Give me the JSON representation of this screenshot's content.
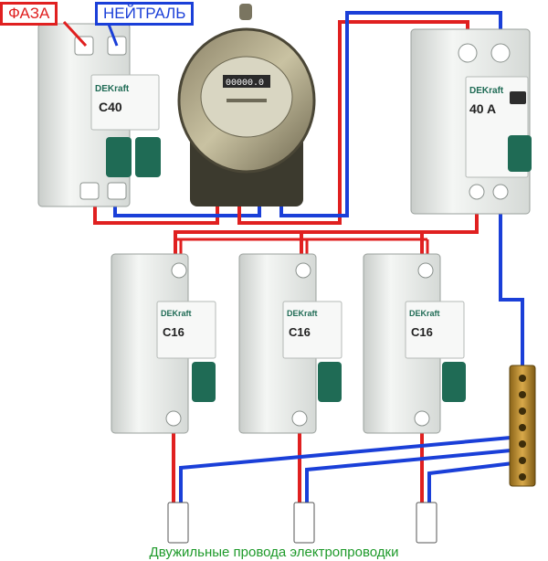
{
  "labels": {
    "phase": "ФАЗА",
    "neutral": "НЕЙТРАЛЬ",
    "caption": "Двужильные провода электропроводки"
  },
  "devices": {
    "main_breaker": {
      "brand": "DEKraft",
      "rating": "C40"
    },
    "meter": {
      "display": "00000.0"
    },
    "rcd": {
      "brand": "DEKraft",
      "rating": "40 A"
    },
    "branch_breakers": [
      {
        "brand": "DEKraft",
        "rating": "C16"
      },
      {
        "brand": "DEKraft",
        "rating": "C16"
      },
      {
        "brand": "DEKraft",
        "rating": "C16"
      }
    ]
  },
  "colors": {
    "phase": "#e02020",
    "neutral": "#1a3fd8",
    "caption": "#1e9a2a",
    "device_body": "#eef0ee",
    "handle": "#1f6b55",
    "busbar": "#b8862a"
  }
}
